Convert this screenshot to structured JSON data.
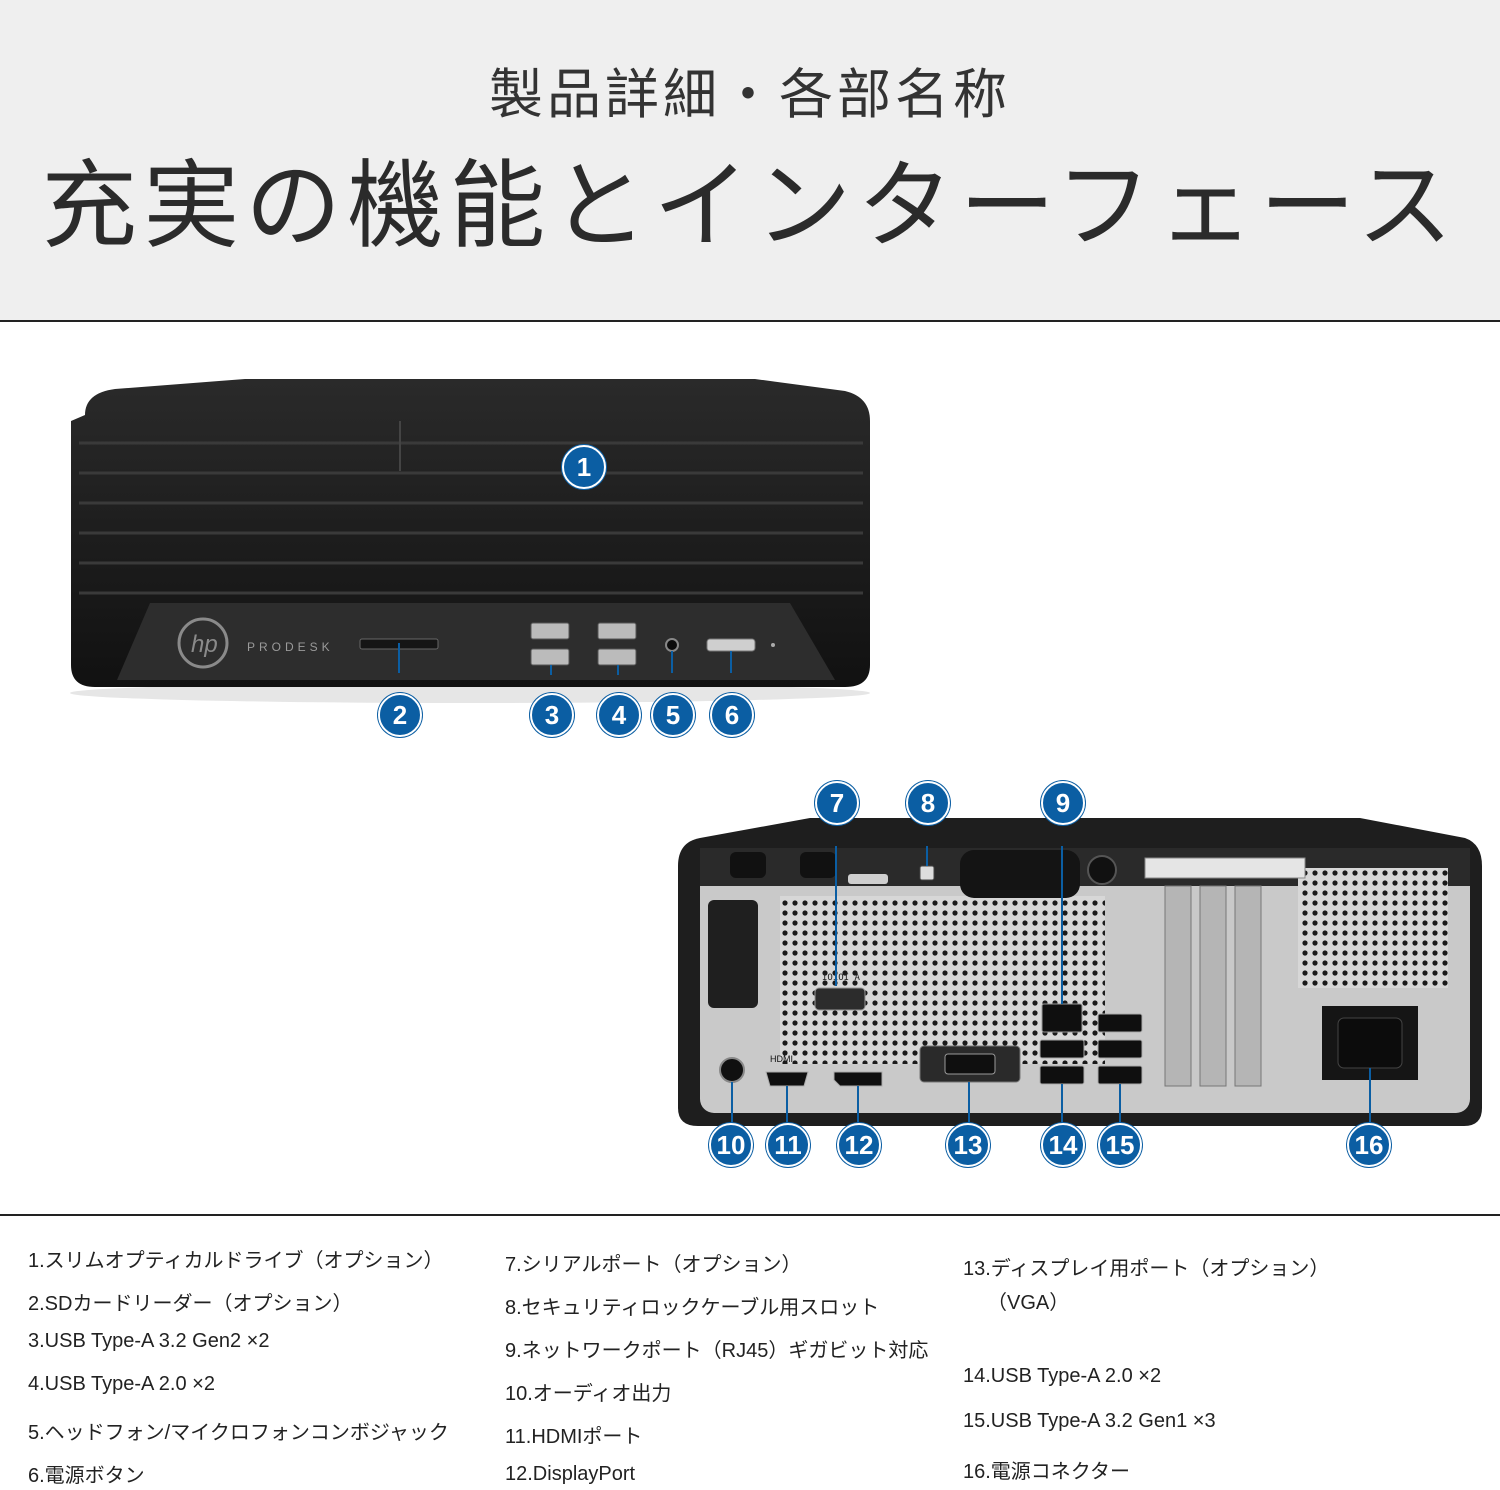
{
  "header": {
    "subtitle": "製品詳細・各部名称",
    "title": "充実の機能とインターフェース"
  },
  "product": {
    "front_logo": "PRODESK"
  },
  "markers": [
    "1",
    "2",
    "3",
    "4",
    "5",
    "6",
    "7",
    "8",
    "9",
    "10",
    "11",
    "12",
    "13",
    "14",
    "15",
    "16"
  ],
  "parts": {
    "col1": [
      "1.スリムオプティカルドライブ（オプション）",
      "2.SDカードリーダー（オプション）",
      "3.USB Type-A 3.2 Gen2 ×2",
      "4.USB Type-A 2.0 ×2",
      "5.ヘッドフォン/マイクロフォンコンボジャック",
      "6.電源ボタン"
    ],
    "col2": [
      "7.シリアルポート（オプション）",
      "8.セキュリティロックケーブル用スロット",
      "9.ネットワークポート（RJ45）ギガビット対応",
      "10.オーディオ出力",
      "11.HDMIポート",
      "12.DisplayPort"
    ],
    "col3": [
      "13.ディスプレイ用ポート（オプション）",
      "（VGA）",
      "14.USB Type-A 2.0 ×2",
      "15.USB Type-A 3.2 Gen1 ×3",
      "16.電源コネクター"
    ]
  },
  "colors": {
    "marker": "#0b5ea3",
    "chassis": "#1c1c1c",
    "header_bg": "#efefef"
  }
}
